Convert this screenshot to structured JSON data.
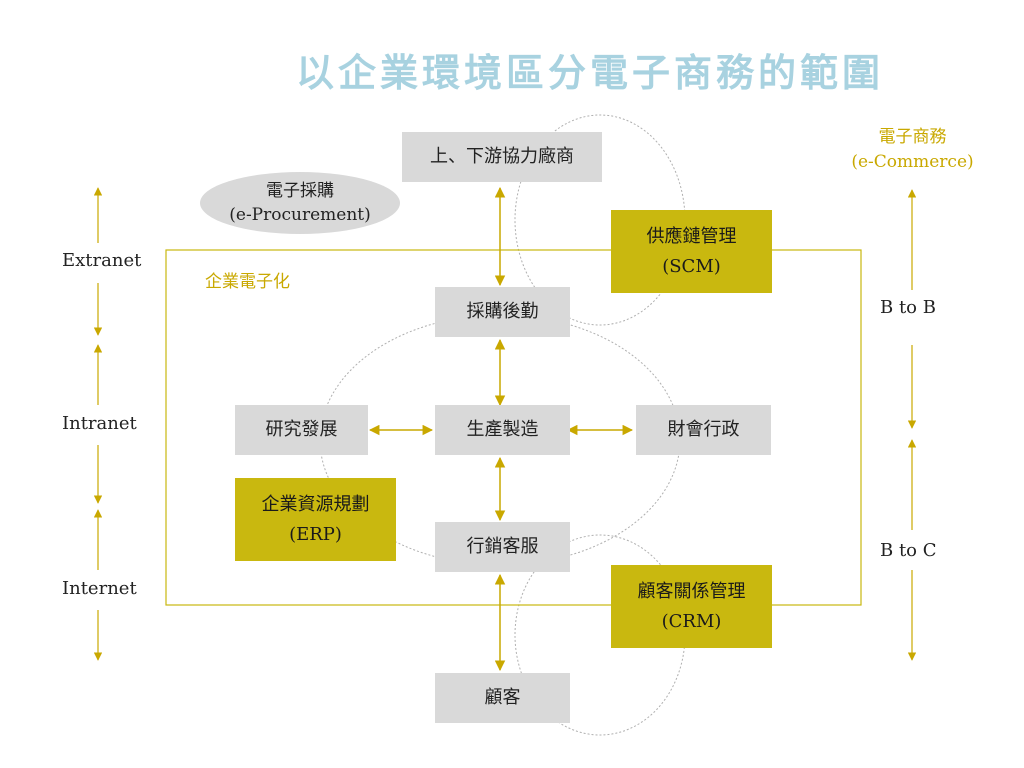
{
  "title": "以企業環境區分電子商務的範圍",
  "zones": {
    "extranet": "Extranet",
    "intranet": "Intranet",
    "internet": "Internet"
  },
  "scope": {
    "ecommerce_zh": "電子商務",
    "ecommerce_en": "(e-Commerce)",
    "enterprise": "企業電子化",
    "btob": "B to B",
    "btoc": "B to C"
  },
  "nodes": {
    "suppliers": "上、下游協力廠商",
    "eprocurement_zh": "電子採購",
    "eprocurement_en": "(e-Procurement)",
    "scm_zh": "供應鏈管理",
    "scm_en": "(SCM)",
    "purchasing": "採購後勤",
    "rnd": "研究發展",
    "production": "生產製造",
    "finance": "財會行政",
    "erp_zh": "企業資源規劃",
    "erp_en": "(ERP)",
    "marketing": "行銷客服",
    "crm_zh": "顧客關係管理",
    "crm_en": "(CRM)",
    "customer": "顧客"
  },
  "colors": {
    "title": "#a8d2e0",
    "gold": "#c9b80f",
    "gold_text": "#c9a800",
    "gray_box": "#d9d9d9",
    "dotted_line": "#b0b0b0"
  }
}
